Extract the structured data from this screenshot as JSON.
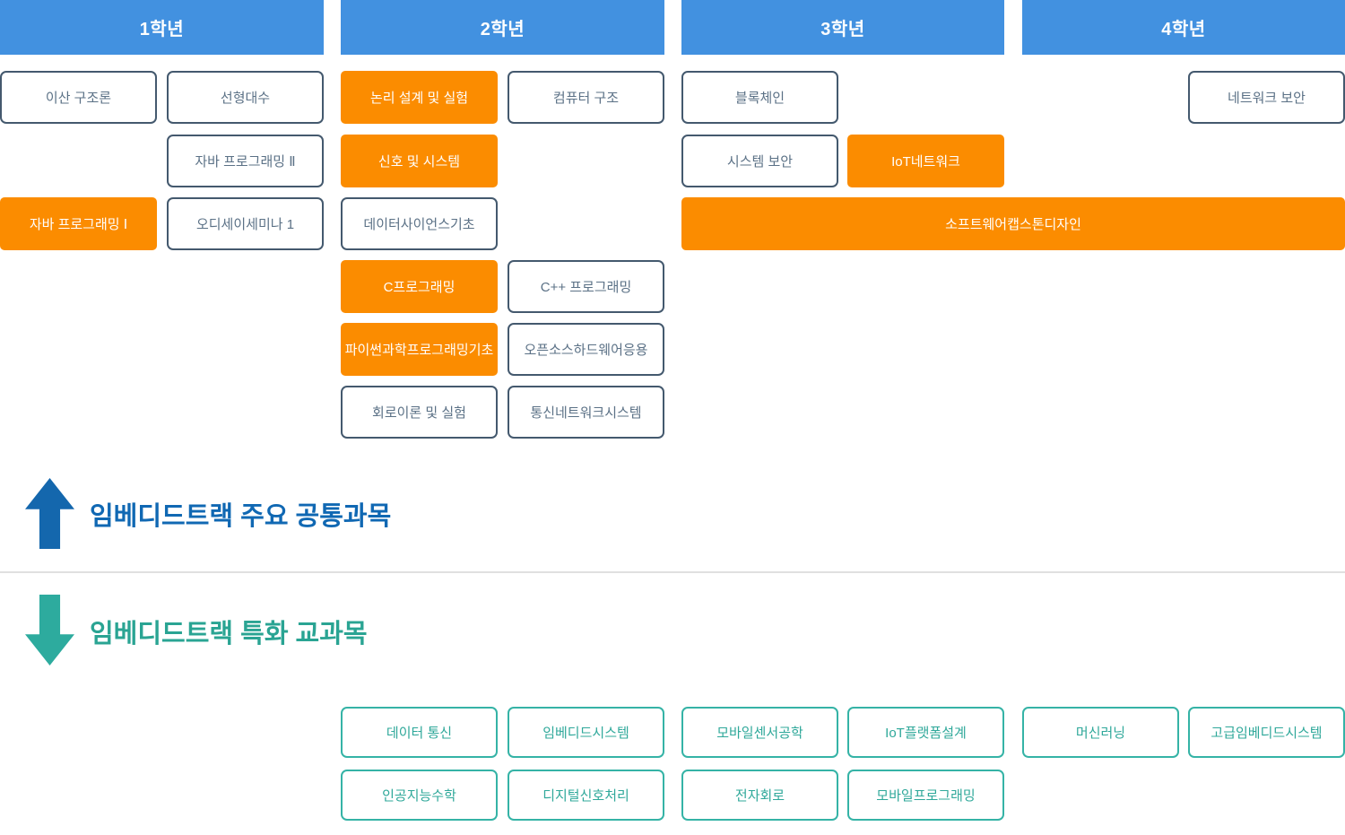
{
  "palette": {
    "year_header_bg": "#4291e0",
    "highlight_bg": "#fb8c00",
    "outline_border": "#44596e",
    "outline_text": "#5b7186",
    "common_accent": "#1068b3",
    "special_accent": "#2fa89a",
    "special_border": "#35b3a6",
    "divider": "#e0e0e0"
  },
  "curriculum": {
    "years": [
      "1학년",
      "2학년",
      "3학년",
      "4학년"
    ],
    "courses": {
      "discrete_structures": "이산 구조론",
      "linear_algebra": "선형대수",
      "java_programming_2": "자바 프로그래밍 Ⅱ",
      "java_programming_1": "자바 프로그래밍 Ⅰ",
      "odyssey_seminar_1": "오디세이세미나 1",
      "logic_design_lab": "논리 설계 및 실험",
      "computer_architecture": "컴퓨터 구조",
      "signals_systems": "신호 및 시스템",
      "data_science_basics": "데이터사이언스기초",
      "c_programming": "C프로그래밍",
      "cpp_programming": "C++ 프로그래밍",
      "python_scientific_programming": "파이썬과학프로그래밍기초",
      "open_source_hardware": "오픈소스하드웨어응용",
      "circuit_theory_lab": "회로이론 및 실험",
      "comm_network_systems": "통신네트워크시스템",
      "blockchain": "블록체인",
      "system_security": "시스템 보안",
      "iot_network": "IoT네트워크",
      "software_capstone_design": "소프트웨어캡스톤디자인",
      "network_security": "네트워크 보안"
    },
    "highlighted_courses": [
      "java_programming_1",
      "logic_design_lab",
      "signals_systems",
      "c_programming",
      "python_scientific_programming",
      "iot_network",
      "software_capstone_design"
    ]
  },
  "sections": {
    "common": {
      "title": "임베디드트랙 주요 공통과목"
    },
    "specialized": {
      "title": "임베디드트랙 특화 교과목"
    }
  },
  "specialized_courses": {
    "data_communication": "데이터 통신",
    "embedded_systems": "임베디드시스템",
    "mobile_sensor_engineering": "모바일센서공학",
    "iot_platform_design": "IoT플랫폼설계",
    "machine_learning": "머신러닝",
    "advanced_embedded_systems": "고급임베디드시스템",
    "ai_math": "인공지능수학",
    "digital_signal_processing": "디지털신호처리",
    "electronic_circuits": "전자회로",
    "mobile_programming": "모바일프로그래밍"
  }
}
